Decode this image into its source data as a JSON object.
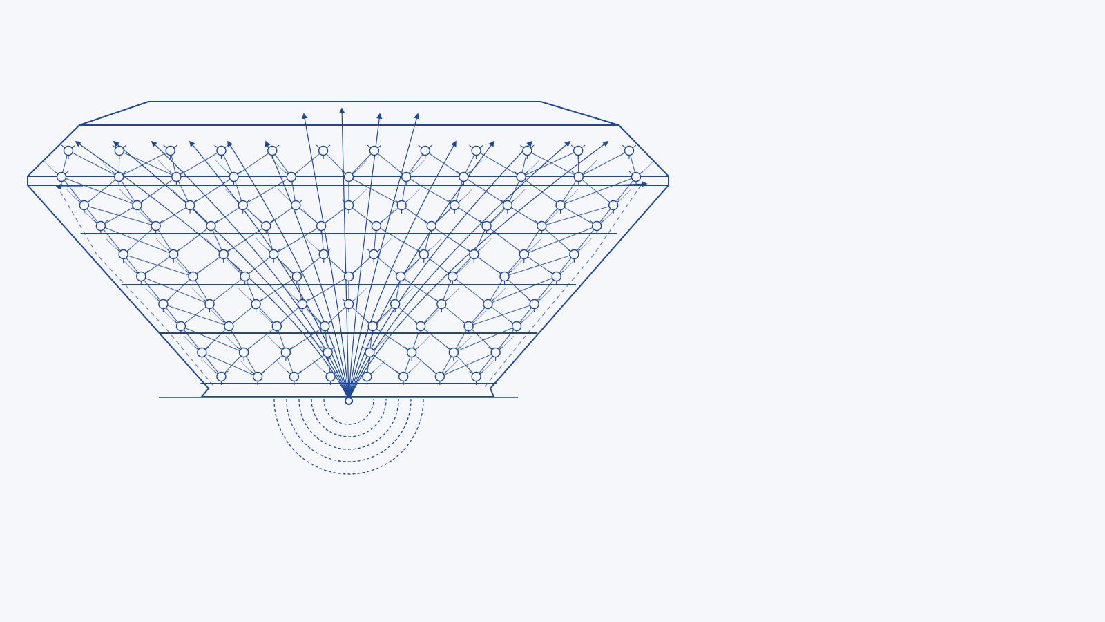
{
  "diagram": {
    "accent_color": "#1e4796",
    "background_color": "#f5f7fb",
    "subject": "faceted-gem-lattice",
    "rows": [
      {
        "row": 1,
        "nodes": 12
      },
      {
        "row": 2,
        "nodes": 11
      },
      {
        "row": 3,
        "nodes": 11
      },
      {
        "row": 4,
        "nodes": 10
      },
      {
        "row": 5,
        "nodes": 10
      },
      {
        "row": 6,
        "nodes": 9
      },
      {
        "row": 7,
        "nodes": 9
      },
      {
        "row": 8,
        "nodes": 8
      },
      {
        "row": 9,
        "nodes": 8
      },
      {
        "row": 10,
        "nodes": 8
      }
    ],
    "rays": 15,
    "wavefronts": 5
  }
}
